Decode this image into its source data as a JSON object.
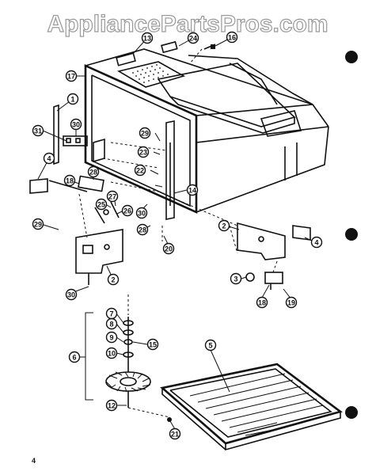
{
  "watermark": "AppliancePartsPros.com",
  "page_number": "4",
  "callouts": [
    "1",
    "2",
    "3",
    "4",
    "5",
    "6",
    "7",
    "8",
    "9",
    "10",
    "12",
    "13",
    "14",
    "15",
    "16",
    "17",
    "18",
    "19",
    "20",
    "21",
    "22",
    "23",
    "24",
    "25",
    "26",
    "27",
    "28",
    "29",
    "30",
    "31"
  ]
}
